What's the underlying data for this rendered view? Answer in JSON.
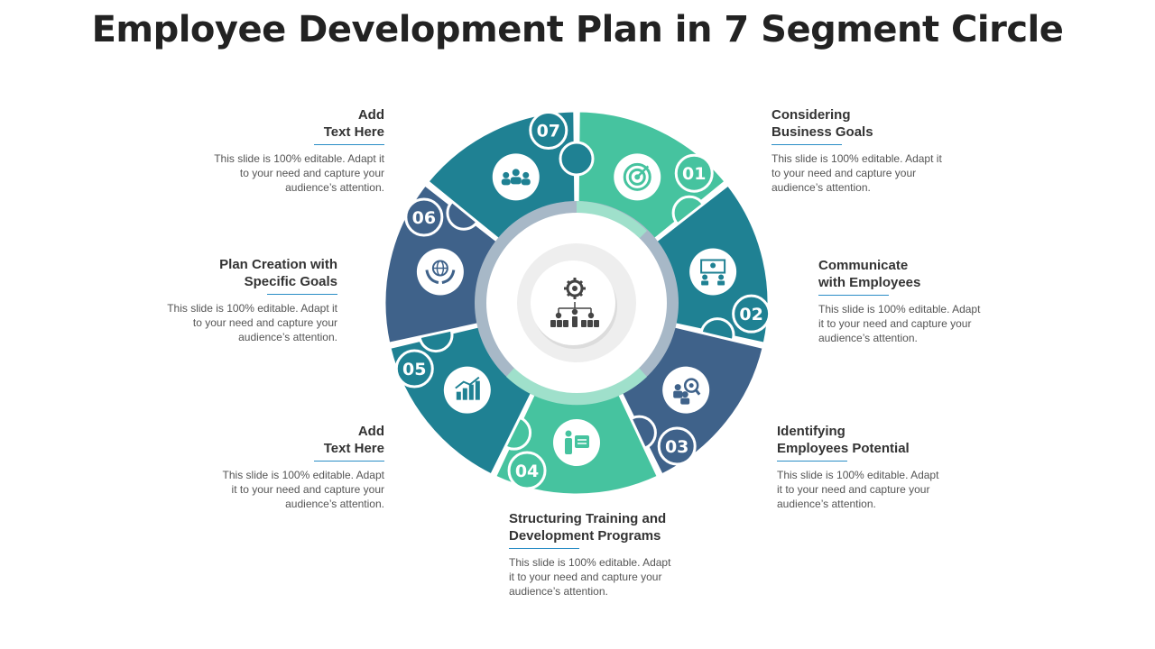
{
  "title": "Employee Development Plan in 7 Segment Circle",
  "colors": {
    "segment_colors": [
      "#46c39f",
      "#1f8193",
      "#3f628a",
      "#46c39f",
      "#1f8193",
      "#3f628a",
      "#1f8193"
    ],
    "inner_ring": "#a7b8c7",
    "inner_ring_light": "#9fe0cb",
    "rule": "#2a8dc6"
  },
  "segments": [
    {
      "number": "01",
      "icon": "target-icon"
    },
    {
      "number": "02",
      "icon": "team-presentation-icon"
    },
    {
      "number": "03",
      "icon": "talent-search-icon"
    },
    {
      "number": "04",
      "icon": "trainer-board-icon"
    },
    {
      "number": "05",
      "icon": "growth-chart-icon"
    },
    {
      "number": "06",
      "icon": "globe-hands-icon"
    },
    {
      "number": "07",
      "icon": "group-icon"
    }
  ],
  "center_icon": "gear-org-chart-icon",
  "blocks": {
    "b1": {
      "heading_1": "Considering",
      "heading_2": "Business Goals",
      "desc_1": "This slide is 100% editable. Adapt it",
      "desc_2": "to your need and capture your",
      "desc_3": "audience’s attention."
    },
    "b2": {
      "heading_1": "Communicate",
      "heading_2": "with Employees",
      "desc_1": "This slide is 100% editable. Adapt",
      "desc_2": "it to your need and capture your",
      "desc_3": "audience’s attention."
    },
    "b3": {
      "heading_1": "Identifying",
      "heading_2": "Employees Potential",
      "desc_1": "This slide is 100% editable. Adapt",
      "desc_2": "it to your need and capture your",
      "desc_3": "audience’s attention."
    },
    "b4": {
      "heading_1": "Structuring Training and",
      "heading_2": "Development Programs",
      "desc_1": "This slide is 100% editable. Adapt",
      "desc_2": "it to your need and capture your",
      "desc_3": "audience’s attention."
    },
    "b5": {
      "heading_1": "Add",
      "heading_2": "Text Here",
      "desc_1": "This slide is 100% editable. Adapt",
      "desc_2": "it to your need and capture your",
      "desc_3": "audience’s attention."
    },
    "b6": {
      "heading_1": "Plan Creation with",
      "heading_2": "Specific Goals",
      "desc_1": "This slide is 100% editable. Adapt it",
      "desc_2": "to your need and capture your",
      "desc_3": "audience’s attention."
    },
    "b7": {
      "heading_1": "Add",
      "heading_2": "Text Here",
      "desc_1": "This slide is 100% editable. Adapt it",
      "desc_2": "to your need and capture your",
      "desc_3": "audience’s attention."
    }
  }
}
